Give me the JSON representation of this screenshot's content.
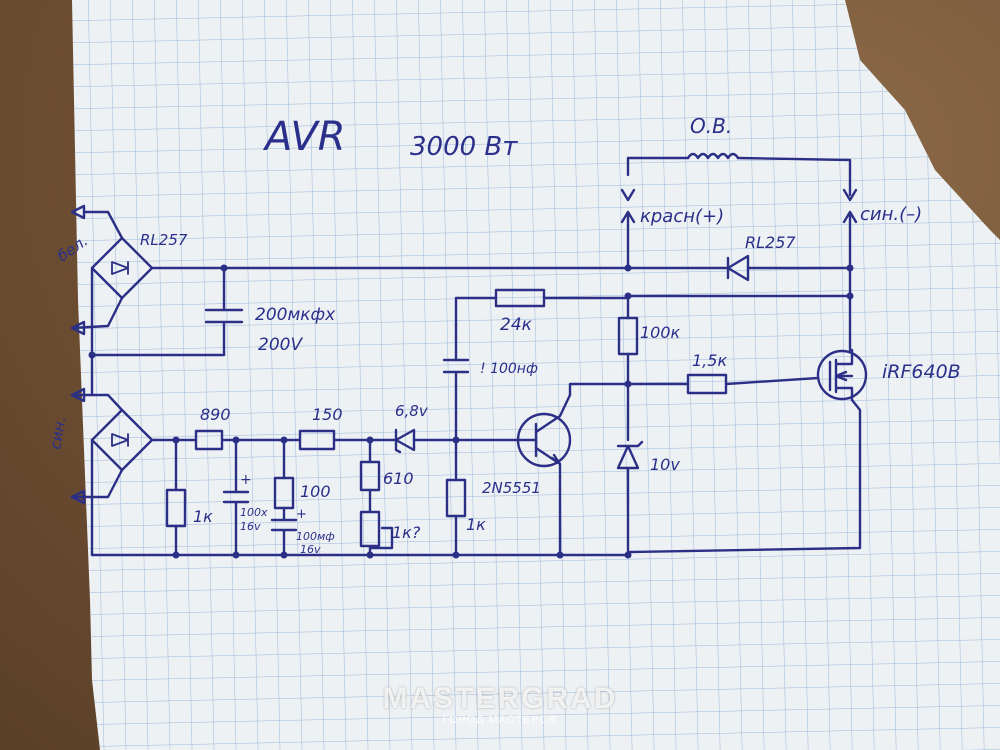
{
  "title": "AVR",
  "power": "3000 Вт",
  "ov_label": "О.В.",
  "positive_label": "красн(+)",
  "negative_label": "син.(–)",
  "bridge_top_left_label": "бел.",
  "bridge_bottom_left_label": "син.",
  "diode_bridge_part": "RL257",
  "diode_part": "RL257",
  "capacitor_main": "200мкфх",
  "capacitor_main_voltage": "200V",
  "r_890": "890",
  "r_150": "150",
  "r_100": "100",
  "r_610": "610",
  "r_1k_left": "1к",
  "r_1k_pot": "1к?",
  "r_1k_base": "1к",
  "r_24k": "24к",
  "r_100k": "100к",
  "r_15k": "1,5к",
  "zener_68": "6,8v",
  "zener_10": "10v",
  "cap_100x16": [
    "100х",
    "16v"
  ],
  "cap_100x16b": [
    "100мф",
    "16v"
  ],
  "cap_100nf": "! 100нф",
  "transistor": "2N5551",
  "mosfet": "iRF640B",
  "watermark": {
    "title": "MASTERGRAD",
    "subtitle": "ГОРОД МАСТЕРОВ"
  }
}
